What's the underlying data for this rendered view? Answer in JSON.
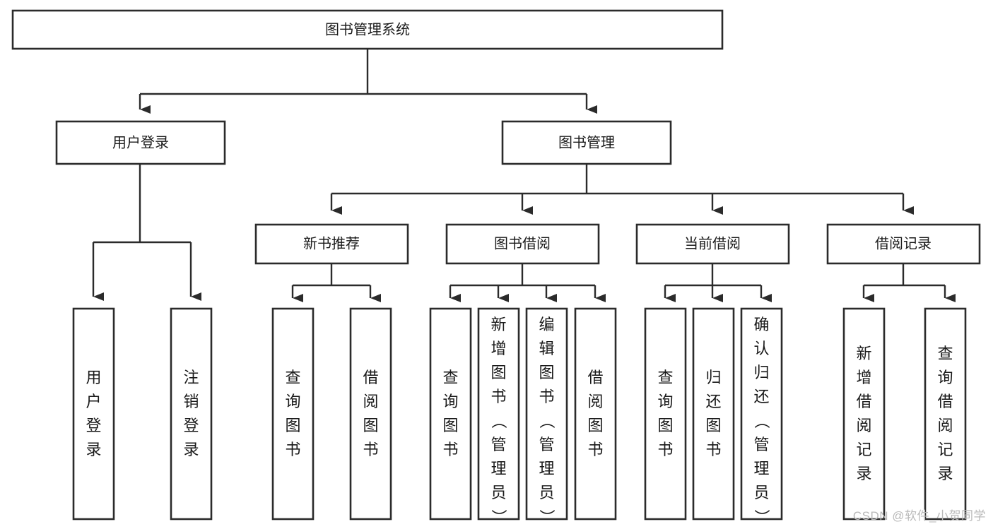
{
  "diagram": {
    "title": "图书管理系统",
    "type": "tree-hierarchy",
    "watermark": "CSDN @软件_小贺同学",
    "colors": {
      "box_fill": "#ffffff",
      "box_stroke": "#2b2b2b",
      "text": "#1a1a1a",
      "watermark": "#b9b9b9",
      "background": "#ffffff"
    },
    "levels": {
      "level0": [
        "图书管理系统"
      ],
      "level1": [
        "用户登录",
        "图书管理"
      ],
      "level2": [
        "新书推荐",
        "图书借阅",
        "当前借阅",
        "借阅记录"
      ],
      "level3": [
        "用户登录",
        "注销登录",
        "查询图书",
        "借阅图书",
        "查询图书",
        "新增图书（管理员）",
        "编辑图书（管理员）",
        "借阅图书",
        "查询图书",
        "归还图书",
        "确认归还（管理员）",
        "新增借阅记录",
        "查询借阅记录"
      ]
    },
    "nodes": {
      "root": {
        "label": "图书管理系统",
        "orientation": "horizontal"
      },
      "user_login": {
        "label": "用户登录",
        "orientation": "horizontal"
      },
      "book_mgmt": {
        "label": "图书管理",
        "orientation": "horizontal"
      },
      "new_book_rec": {
        "label": "新书推荐",
        "orientation": "horizontal"
      },
      "book_borrow": {
        "label": "图书借阅",
        "orientation": "horizontal"
      },
      "current_borrow": {
        "label": "当前借阅",
        "orientation": "horizontal"
      },
      "borrow_record": {
        "label": "借阅记录",
        "orientation": "horizontal"
      },
      "leaf_user_login": {
        "label": "用户登录",
        "orientation": "vertical"
      },
      "leaf_logout": {
        "label": "注销登录",
        "orientation": "vertical"
      },
      "leaf_query_book_1": {
        "label": "查询图书",
        "orientation": "vertical"
      },
      "leaf_borrow_book_1": {
        "label": "借阅图书",
        "orientation": "vertical"
      },
      "leaf_query_book_2": {
        "label": "查询图书",
        "orientation": "vertical"
      },
      "leaf_add_book_admin": {
        "label": "新增图书（管理员）",
        "orientation": "vertical"
      },
      "leaf_edit_book_admin": {
        "label": "编辑图书（管理员）",
        "orientation": "vertical"
      },
      "leaf_borrow_book_2": {
        "label": "借阅图书",
        "orientation": "vertical"
      },
      "leaf_query_book_3": {
        "label": "查询图书",
        "orientation": "vertical"
      },
      "leaf_return_book": {
        "label": "归还图书",
        "orientation": "vertical"
      },
      "leaf_confirm_return_admin": {
        "label": "确认归还（管理员）",
        "orientation": "vertical"
      },
      "leaf_add_record": {
        "label": "新增借阅记录",
        "orientation": "vertical"
      },
      "leaf_query_record": {
        "label": "查询借阅记录",
        "orientation": "vertical"
      }
    },
    "edges": [
      {
        "from": "root",
        "to": "user_login"
      },
      {
        "from": "root",
        "to": "book_mgmt"
      },
      {
        "from": "user_login",
        "to": "leaf_user_login"
      },
      {
        "from": "user_login",
        "to": "leaf_logout"
      },
      {
        "from": "book_mgmt",
        "to": "new_book_rec"
      },
      {
        "from": "book_mgmt",
        "to": "book_borrow"
      },
      {
        "from": "book_mgmt",
        "to": "current_borrow"
      },
      {
        "from": "book_mgmt",
        "to": "borrow_record"
      },
      {
        "from": "new_book_rec",
        "to": "leaf_query_book_1"
      },
      {
        "from": "new_book_rec",
        "to": "leaf_borrow_book_1"
      },
      {
        "from": "book_borrow",
        "to": "leaf_query_book_2"
      },
      {
        "from": "book_borrow",
        "to": "leaf_add_book_admin"
      },
      {
        "from": "book_borrow",
        "to": "leaf_edit_book_admin"
      },
      {
        "from": "book_borrow",
        "to": "leaf_borrow_book_2"
      },
      {
        "from": "current_borrow",
        "to": "leaf_query_book_3"
      },
      {
        "from": "current_borrow",
        "to": "leaf_return_book"
      },
      {
        "from": "current_borrow",
        "to": "leaf_confirm_return_admin"
      },
      {
        "from": "borrow_record",
        "to": "leaf_add_record"
      },
      {
        "from": "borrow_record",
        "to": "leaf_query_record"
      }
    ]
  }
}
